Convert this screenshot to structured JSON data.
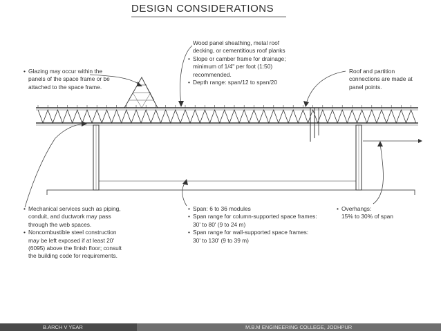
{
  "title": "DESIGN CONSIDERATIONS",
  "notes": {
    "glazing": [
      "Glazing may occur within the",
      "panels of the space frame or be",
      "attached to the space frame."
    ],
    "sheathing": [
      "Wood panel sheathing, metal roof",
      "decking, or cementitious roof planks",
      "Slope or camber frame for drainage;",
      "minimum of 1/4\" per foot (1:50)",
      "recommended.",
      "Depth range: span/12 to span/20"
    ],
    "connections": [
      "Roof and partition",
      "connections are made at",
      "panel points."
    ],
    "mechanical": [
      "Mechanical services such as piping,",
      "conduit, and ductwork may pass",
      "through the web spaces.",
      "Noncombustible steel construction",
      "may be left exposed if at least 20'",
      "(6095) above the finish floor; consult",
      "the building code for requirements."
    ],
    "span": [
      "Span: 6 to 36 modules",
      "Span range for column-supported space frames:",
      "30' to 80' (9 to 24 m)",
      "Span range for wall-supported space frames:",
      "30' to 130' (9 to 39 m)"
    ],
    "overhangs": [
      "Overhangs:",
      "15% to 30% of span"
    ]
  },
  "footer": {
    "left": "B.ARCH V YEAR",
    "right": "M.B.M ENGINEERING COLLEGE, JODHPUR"
  }
}
